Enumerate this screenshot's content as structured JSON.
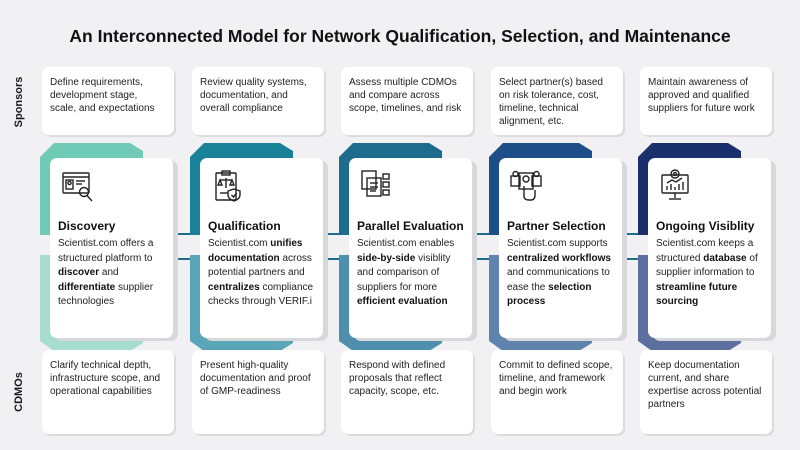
{
  "title": "An Interconnected Model for Network Qualification, Selection, and Maintenance",
  "row_labels": {
    "sponsors": "Sponsors",
    "cdmos": "CDMOs"
  },
  "colors": {
    "c1_top": "#6fcab6",
    "c1_bot": "#a7ddd0",
    "c2_top": "#1a8298",
    "c2_bot": "#5aa6b8",
    "c3_top": "#1e6c8d",
    "c3_bot": "#4f8fae",
    "c4_top": "#1d4e87",
    "c4_bot": "#5e84ae",
    "c5_top": "#1c2f6d",
    "c5_bot": "#5c6f9f"
  },
  "stages": [
    {
      "icon": "profile-search-icon",
      "title": "Discovery",
      "sponsor": "Define requirements, development stage, scale, and expectations",
      "cdmo": "Clarify technical depth, infrastructure scope, and operational capabilities",
      "desc": [
        {
          "t": "Scientist.com offers a structured platform to "
        },
        {
          "t": "discover",
          "b": true
        },
        {
          "t": " and "
        },
        {
          "t": "differentiate",
          "b": true
        },
        {
          "t": " supplier technologies"
        }
      ]
    },
    {
      "icon": "clipboard-scales-shield-icon",
      "title": "Qualification",
      "sponsor": "Review quality systems, documentation, and overall compliance",
      "cdmo": "Present high-quality documentation and proof of GMP-readiness",
      "desc": [
        {
          "t": "Scientist.com "
        },
        {
          "t": "unifies documentation",
          "b": true
        },
        {
          "t": " across potential partners and "
        },
        {
          "t": "centralizes",
          "b": true
        },
        {
          "t": " compliance checks through VERIF.i"
        }
      ]
    },
    {
      "icon": "documents-chart-icon",
      "title": "Parallel Evaluation",
      "sponsor": "Assess multiple CDMOs and compare across scope, timelines, and risk",
      "cdmo": "Respond with defined proposals that reflect capacity, scope, etc.",
      "desc": [
        {
          "t": "Scientist.com enables "
        },
        {
          "t": "side-by-side",
          "b": true
        },
        {
          "t": " visiblity and comparison of suppliers for more "
        },
        {
          "t": "efficient evaluation",
          "b": true
        }
      ]
    },
    {
      "icon": "hand-select-icon",
      "title": "Partner Selection",
      "sponsor": "Select partner(s) based on risk tolerance, cost, timeline, technical alignment, etc.",
      "cdmo": "Commit to defined scope, timeline, and framework and begin work",
      "desc": [
        {
          "t": "Scientist.com supports "
        },
        {
          "t": "centralized workflows",
          "b": true
        },
        {
          "t": " and communications to ease the "
        },
        {
          "t": "selection process",
          "b": true
        }
      ]
    },
    {
      "icon": "monitor-eye-chart-icon",
      "title": "Ongoing Visiblity",
      "sponsor": "Maintain awareness of approved and qualified suppliers for future work",
      "cdmo": "Keep documentation current, and share expertise across potential partners",
      "desc": [
        {
          "t": "Scientist.com keeps a structured "
        },
        {
          "t": "database",
          "b": true
        },
        {
          "t": " of supplier information to "
        },
        {
          "t": "streamline future sourcing",
          "b": true
        }
      ]
    }
  ]
}
